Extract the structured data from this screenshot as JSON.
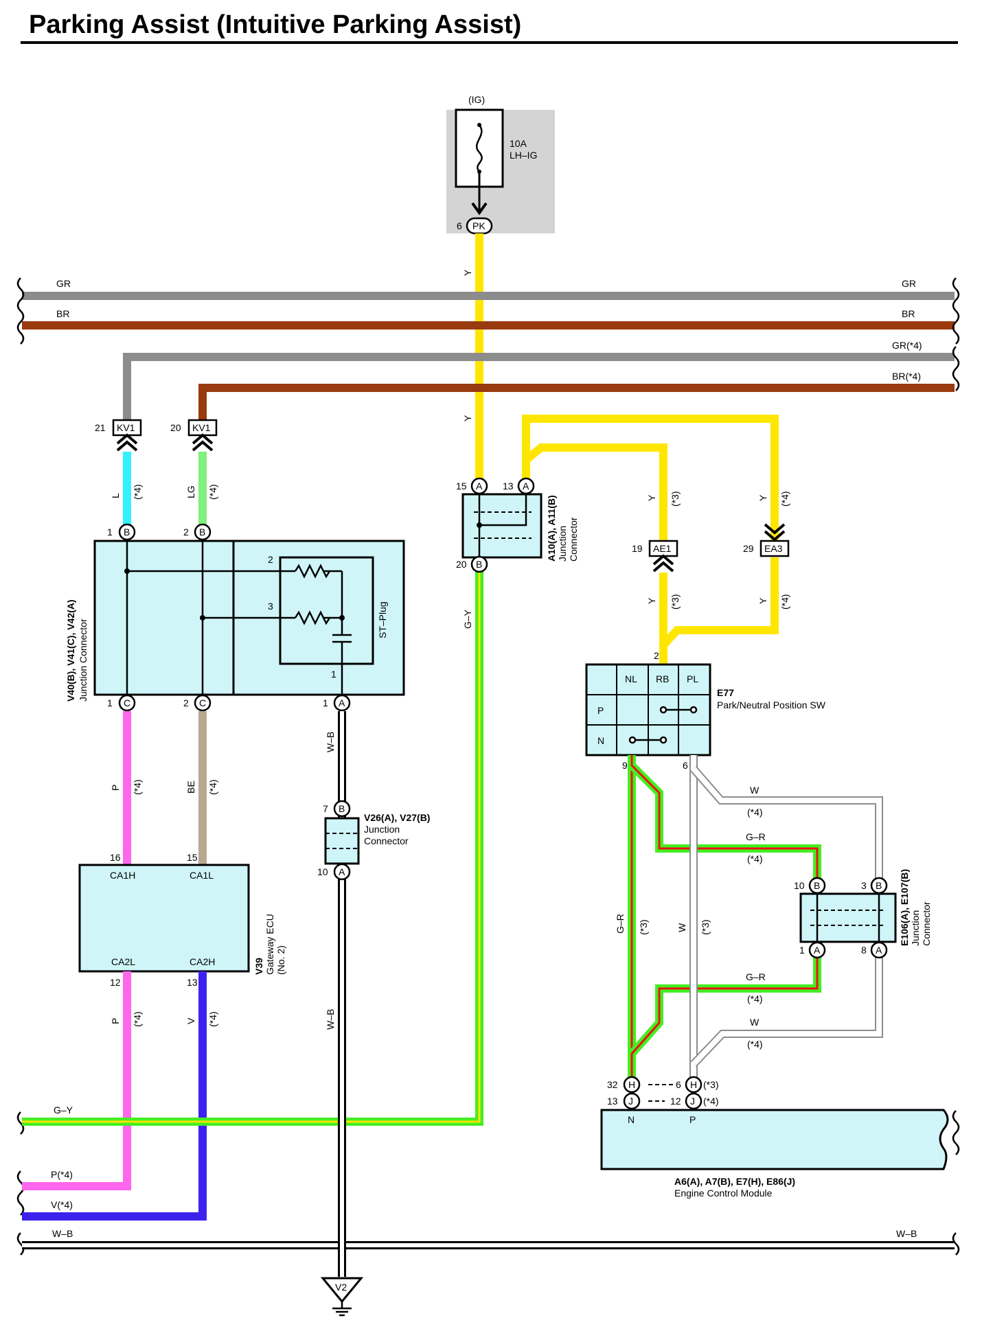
{
  "title": "Parking Assist (Intuitive Parking Assist)",
  "colors": {
    "gray": "#8c8c8c",
    "brown": "#9a3a0f",
    "yellow": "#ffe600",
    "cyan": "#33f0ff",
    "lightgreen": "#80f07e",
    "pink": "#ff66ee",
    "tan": "#b9a891",
    "violet": "#3d22ee",
    "green": "#44ee22",
    "red": "#ee1111",
    "component": "#cff5f8",
    "fusebox": "#d4d4d4"
  },
  "bus_labels": {
    "gr_left": "GR",
    "gr_right": "GR",
    "br_left": "BR",
    "br_right": "BR",
    "gr4": "GR(*4)",
    "br4": "BR(*4)",
    "gy": "G–Y",
    "p4": "P(*4)",
    "v4": "V(*4)",
    "wb_left": "W–B",
    "wb_right": "W–B"
  },
  "fuse": {
    "group": "(IG)",
    "rating": "10A",
    "name": "LH–IG",
    "pin": "6",
    "connector": "PK"
  },
  "kv1_left": {
    "pin": "21",
    "name": "KV1"
  },
  "kv1_right": {
    "pin": "20",
    "name": "KV1"
  },
  "wire_labels": {
    "y_top": "Y",
    "y_mid": "Y",
    "l": "L",
    "l_opt": "(*4)",
    "lg": "LG",
    "lg_opt": "(*4)",
    "p_top": "P",
    "p_top_opt": "(*4)",
    "be": "BE",
    "be_opt": "(*4)",
    "p_bot": "P",
    "p_bot_opt": "(*4)",
    "v_bot": "V",
    "v_bot_opt": "(*4)",
    "wb_upper": "W–B",
    "wb_lower": "W–B",
    "gy_vert": "G–Y",
    "y3_upper": "Y",
    "y3_upper_opt": "(*3)",
    "y4_upper": "Y",
    "y4_upper_opt": "(*4)",
    "y3_lower": "Y",
    "y3_lower_opt": "(*3)",
    "y4_lower": "Y",
    "y4_lower_opt": "(*4)",
    "gr_vert": "G–R",
    "gr_vert_opt": "(*3)",
    "w_vert": "W",
    "w_vert_opt": "(*3)",
    "w_top": "W",
    "w_top_opt": "(*4)",
    "gr_top": "G–R",
    "gr_top_opt": "(*4)",
    "gr_bot": "G–R",
    "gr_bot_opt": "(*4)",
    "w_bot": "W",
    "w_bot_opt": "(*4)"
  },
  "v40": {
    "name": "V40(B), V41(C), V42(A)",
    "desc": "Junction Connector",
    "stplug": "ST–Plug",
    "pin_b1": "1",
    "pin_b1_c": "B",
    "pin_b2": "2",
    "pin_b2_c": "B",
    "pin_c1": "1",
    "pin_c1_c": "C",
    "pin_c2": "2",
    "pin_c2_c": "C",
    "pin_a1": "1",
    "pin_a1_c": "A",
    "res2": "2",
    "res3": "3",
    "cap1": "1"
  },
  "v39": {
    "name": "V39",
    "desc1": "Gateway ECU",
    "desc2": "(No. 2)",
    "ca1h": "CA1H",
    "ca1l": "CA1L",
    "ca2l": "CA2L",
    "ca2h": "CA2H",
    "pin16": "16",
    "pin15": "15",
    "pin12": "12",
    "pin13": "13"
  },
  "v26": {
    "name": "V26(A), V27(B)",
    "desc1": "Junction",
    "desc2": "Connector",
    "pin_top": "7",
    "pin_top_c": "B",
    "pin_bot": "10",
    "pin_bot_c": "A"
  },
  "v2": {
    "name": "V2"
  },
  "a10": {
    "name": "A10(A), A11(B)",
    "desc1": "Junction",
    "desc2": "Connector",
    "pin15": "15",
    "pin15_c": "A",
    "pin13": "13",
    "pin13_c": "A",
    "pin20": "20",
    "pin20_c": "B"
  },
  "ae1": {
    "pin": "19",
    "name": "AE1"
  },
  "ea3": {
    "pin": "29",
    "name": "EA3"
  },
  "e77": {
    "name": "E77",
    "desc": "Park/Neutral Position SW",
    "pin2": "2",
    "pin9": "9",
    "pin6": "6",
    "nl": "NL",
    "rb": "RB",
    "pl": "PL",
    "p": "P",
    "n": "N"
  },
  "e106": {
    "name": "E106(A), E107(B)",
    "desc1": "Junction",
    "desc2": "Connector",
    "pin10": "10",
    "pin10_c": "B",
    "pin3": "3",
    "pin3_c": "B",
    "pin1": "1",
    "pin1_c": "A",
    "pin8": "8",
    "pin8_c": "A"
  },
  "ecm": {
    "name": "A6(A), A7(B), E7(H), E86(J)",
    "desc": "Engine Control Module",
    "pin32": "32",
    "pin32_c": "H",
    "pin6": "6",
    "pin6_c": "H",
    "opt3": "(*3)",
    "pin13": "13",
    "pin13_c": "J",
    "pin12": "12",
    "pin12_c": "J",
    "opt4": "(*4)",
    "n": "N",
    "p": "P"
  }
}
